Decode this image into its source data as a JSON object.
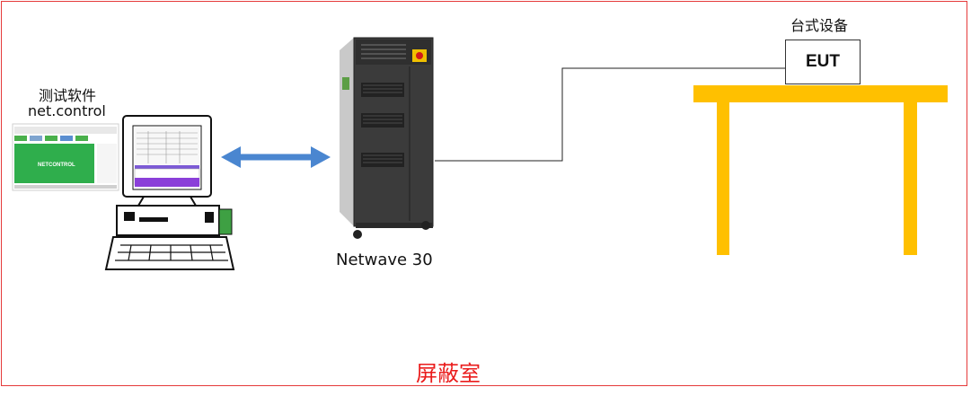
{
  "software_label_line1": "测试软件",
  "software_label_line2": "net.control",
  "screen_brand": "NETCONTROL",
  "device_label": "Netwave 30",
  "eut_title": "台式设备",
  "eut_box_label": "EUT",
  "room_label": "屏蔽室",
  "colors": {
    "frame": "#e53a3a",
    "room_text": "#ea1c1c",
    "arrow": "#4a86d0",
    "table": "#ffc000",
    "cabinet": "#3b3b3b",
    "screen_green": "#2fae4c"
  },
  "icons": [
    "computer-icon",
    "bidirectional-arrow-icon",
    "netwave-cabinet-icon",
    "table-icon",
    "eut-box"
  ]
}
